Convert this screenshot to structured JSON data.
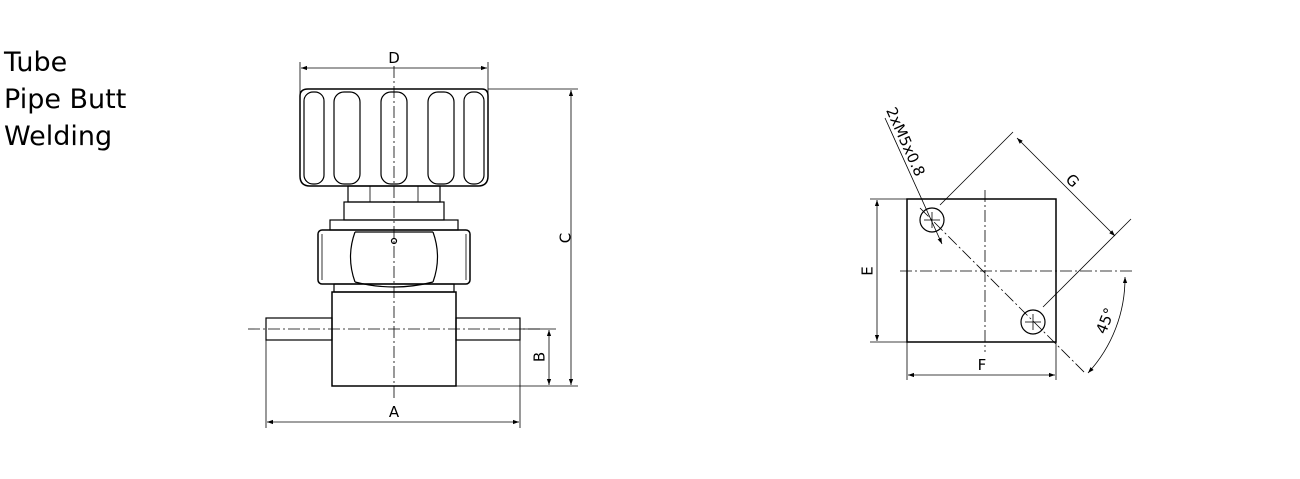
{
  "title_lines": [
    "Tube",
    "Pipe Butt",
    "Welding"
  ],
  "dimensions": {
    "A": "A",
    "B": "B",
    "C": "C",
    "D": "D",
    "E": "E",
    "F": "F",
    "G": "G",
    "angle": "45°",
    "thread": "2xM5x0.8"
  }
}
